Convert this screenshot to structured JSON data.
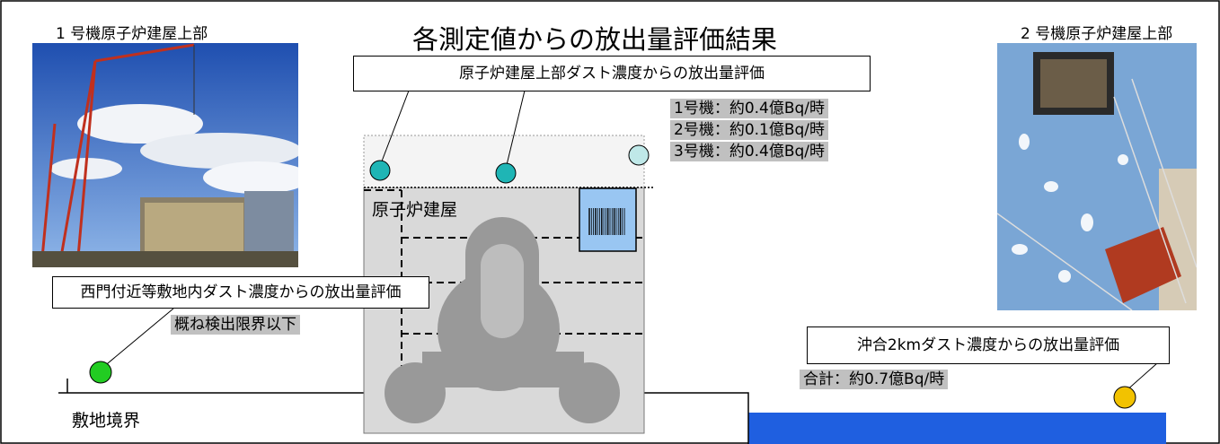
{
  "title": "各測定値からの放出量評価結果",
  "photo_left_caption": "1 号機原子炉建屋上部",
  "photo_right_caption": "2 号機原子炉建屋上部",
  "building_label": "原子炉建屋",
  "site_boundary_label": "敷地境界",
  "reactor_top_box": {
    "label": "原子炉建屋上部ダスト濃度からの放出量評価",
    "values": [
      "1号機：約0.4億Bq/時",
      "2号機：約0.1億Bq/時",
      "3号機：約0.4億Bq/時"
    ]
  },
  "site_box": {
    "label": "西門付近等敷地内ダスト濃度からの放出量評価",
    "value": "概ね検出限界以下"
  },
  "offshore_box": {
    "label": "沖合2kmダスト濃度からの放出量評価",
    "value": "合計：約0.7億Bq/時"
  },
  "colors": {
    "sea": "#1f5fe0",
    "building": "#d9d9d9",
    "vessel": "#999999",
    "marker_reactor": "#1fb5b5",
    "marker_reactor_light": "#bfe8e8",
    "marker_site": "#22cc22",
    "marker_offshore": "#f2c200",
    "value_bg": "#c0c0c0"
  }
}
